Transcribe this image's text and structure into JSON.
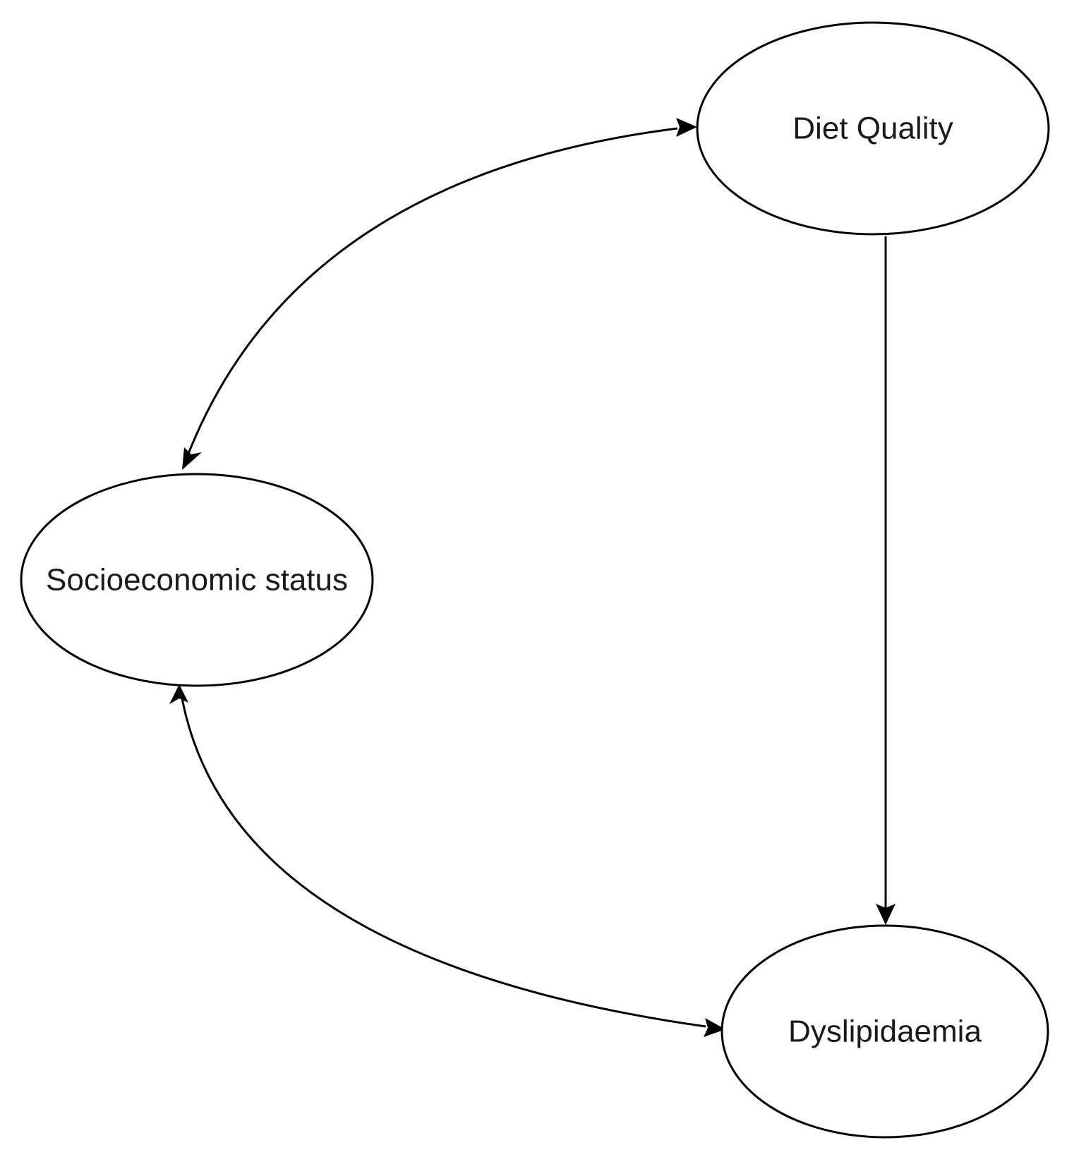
{
  "diagram": {
    "nodes": {
      "diet_quality": {
        "label": "Diet Quality"
      },
      "socioeconomic_status": {
        "label": "Socioeconomic status"
      },
      "dyslipidaemia": {
        "label": "Dyslipidaemia"
      }
    },
    "edges": [
      {
        "from": "socioeconomic_status",
        "to": "diet_quality",
        "direction": "bidirectional"
      },
      {
        "from": "socioeconomic_status",
        "to": "dyslipidaemia",
        "direction": "bidirectional"
      },
      {
        "from": "diet_quality",
        "to": "dyslipidaemia",
        "direction": "forward"
      }
    ],
    "colors": {
      "stroke": "#000000",
      "text": "#1a1a1a",
      "background": "#ffffff"
    }
  }
}
